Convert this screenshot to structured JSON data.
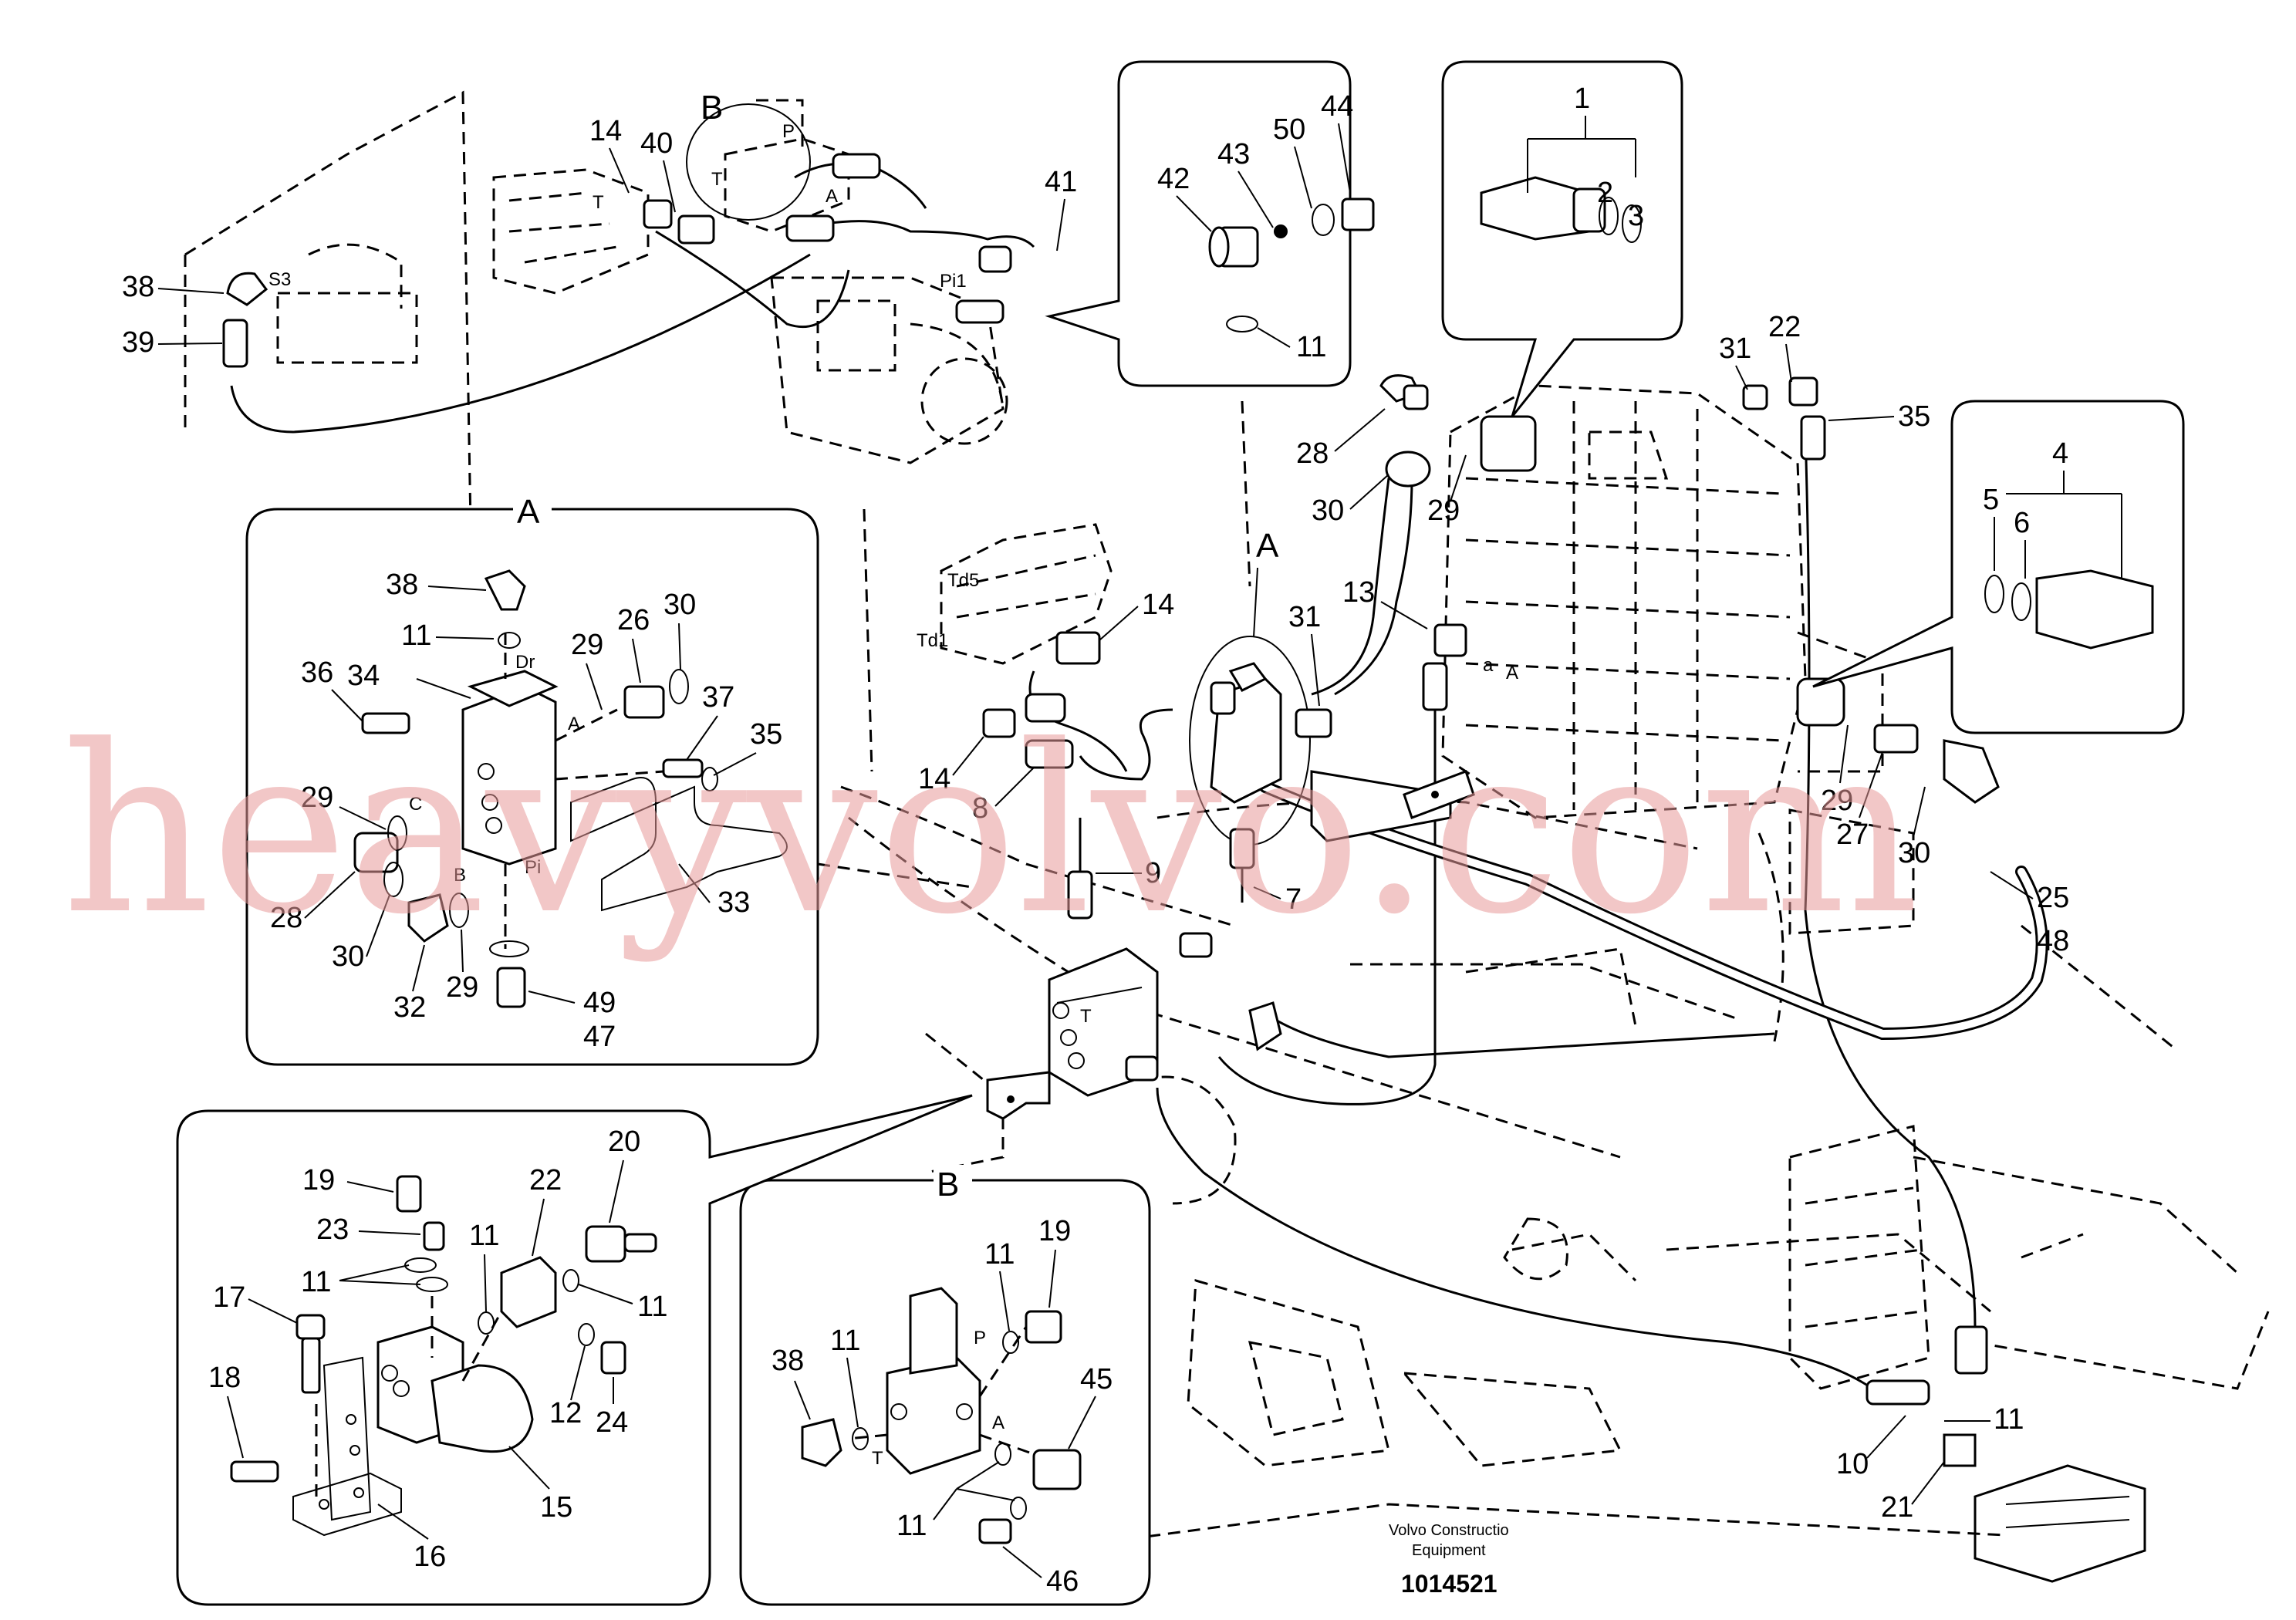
{
  "callouts": {
    "a": "A",
    "b": "B"
  },
  "port_labels": {
    "top_valve": [
      "B",
      "T",
      "P",
      "A",
      "T",
      "Pi1",
      "S3"
    ],
    "main": [
      "Td5",
      "Td1",
      "A",
      "a",
      "T"
    ],
    "callout_a": [
      "Dr",
      "A",
      "C",
      "B",
      "Pi"
    ],
    "callout_b": [
      "P",
      "A",
      "T"
    ]
  },
  "part_labels": {
    "main": [
      "14",
      "40",
      "41",
      "38",
      "39",
      "28",
      "30",
      "29",
      "31",
      "22",
      "35",
      "13",
      "31",
      "14",
      "14",
      "8",
      "9",
      "7",
      "29",
      "27",
      "30",
      "25",
      "48",
      "11",
      "10",
      "21"
    ],
    "callout_42_44": [
      "44",
      "50",
      "43",
      "42",
      "11"
    ],
    "callout_1": [
      "1",
      "2",
      "3"
    ],
    "callout_4": [
      "4",
      "5",
      "6"
    ],
    "callout_a": [
      "38",
      "11",
      "26",
      "30",
      "29",
      "36",
      "34",
      "37",
      "35",
      "29",
      "28",
      "30",
      "32",
      "29",
      "49",
      "47",
      "33"
    ],
    "callout_b": [
      "11",
      "19",
      "38",
      "11",
      "45",
      "11",
      "46"
    ],
    "callout_15": [
      "20",
      "19",
      "22",
      "23",
      "11",
      "11",
      "11",
      "17",
      "18",
      "12",
      "24",
      "15",
      "16"
    ]
  },
  "footer": {
    "company_line1": "Volvo Constructio",
    "company_line2": "Equipment",
    "drawing_number": "1014521"
  },
  "watermark": "heavyvolvo.com"
}
